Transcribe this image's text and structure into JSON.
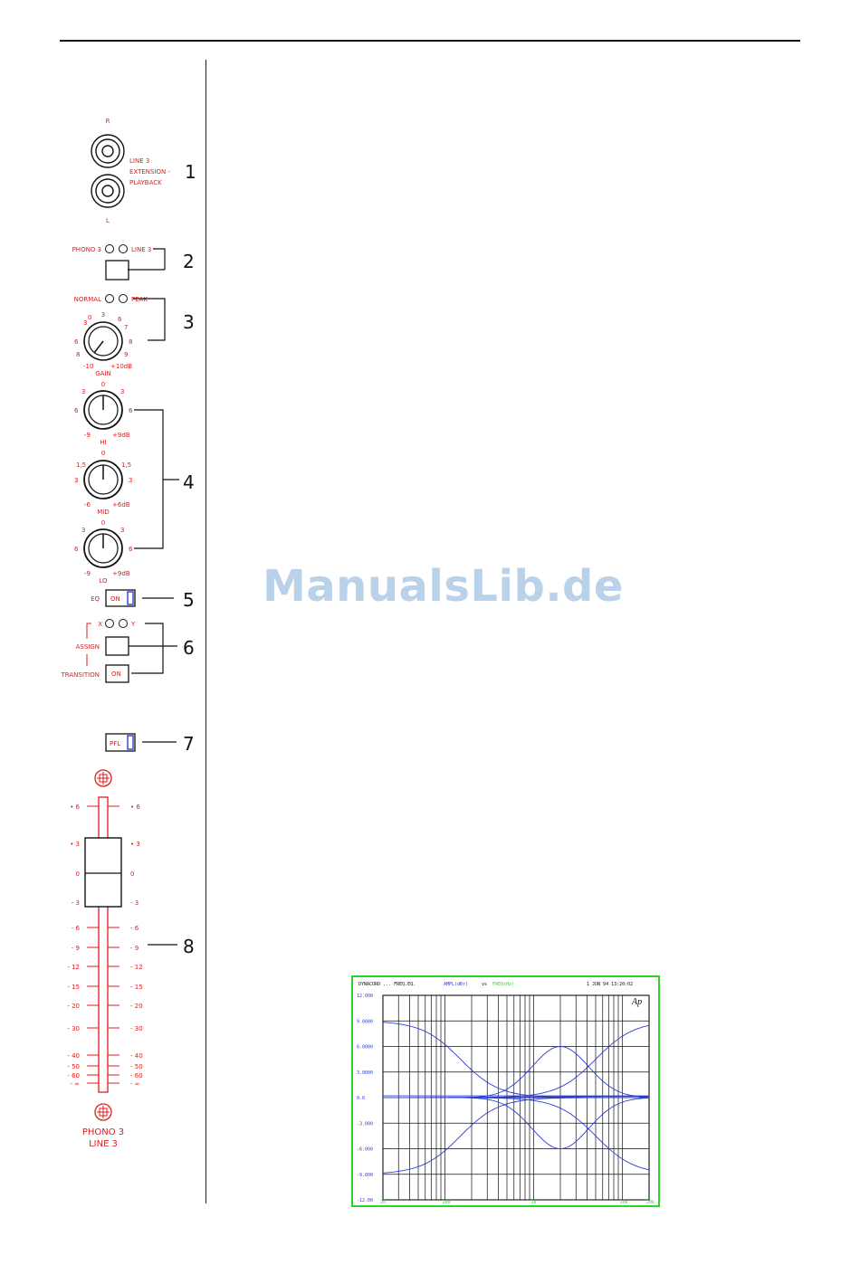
{
  "watermark": "ManualsLib.de",
  "callouts": [
    "1",
    "2",
    "3",
    "4",
    "5",
    "6",
    "7",
    "8"
  ],
  "channel_strip": {
    "line3_jacks": {
      "top_label": "R",
      "bottom_label": "L",
      "caption": [
        "LINE 3",
        "EXTENSION -",
        "PLAYBACK"
      ]
    },
    "source_select": {
      "left_label": "PHONO 3",
      "right_label": "LINE 3"
    },
    "gain": {
      "left_led": "NORMAL",
      "right_led": "PEAK",
      "scale_left": [
        "3",
        "0",
        "6",
        "8"
      ],
      "scale_top": "3",
      "scale_right": [
        "6",
        "7",
        "8",
        "9"
      ],
      "min": "-10",
      "max": "+10dB",
      "name": "GAIN"
    },
    "eq_hi": {
      "top": "0",
      "left": [
        "3",
        "6"
      ],
      "right": [
        "3",
        "6"
      ],
      "min": "-9",
      "max": "+9dB",
      "name": "HI"
    },
    "eq_mid": {
      "top": "0",
      "left": [
        "1,5",
        "3"
      ],
      "right": [
        "1,5",
        "3"
      ],
      "min": "-6",
      "max": "+6dB",
      "name": "MID"
    },
    "eq_lo": {
      "top": "0",
      "left": [
        "3",
        "6"
      ],
      "right": [
        "3",
        "6"
      ],
      "min": "-9",
      "max": "+9dB",
      "name": "LO"
    },
    "eq_switch": {
      "label": "EQ",
      "button": "ON"
    },
    "assign": {
      "left_led": "X",
      "right_led": "Y",
      "label": "ASSIGN"
    },
    "transition": {
      "label": "TRANSITION",
      "button": "ON"
    },
    "pfl": {
      "button": "PFL"
    },
    "fader_scale": [
      "6",
      "3",
      "0",
      "3",
      "6",
      "9",
      "12",
      "15",
      "20",
      "30",
      "40",
      "50",
      "60",
      "∞"
    ],
    "channel_name": [
      "PHONO 3",
      "LINE 3"
    ]
  },
  "graph": {
    "header_left": "DYNACORD ...  FREQ.EQ.",
    "header_mid_a": "AMPL(dBr)",
    "header_mid_b": "vs",
    "header_mid_c": "FREQ(Hz)",
    "header_right": "1 JUN 94  13:20:02",
    "logo": "Ap",
    "y_ticks": [
      "12.000",
      "9.0000",
      "6.0000",
      "3.0000",
      "0.0",
      "-3.000",
      "-6.000",
      "-9.000",
      "-12.00"
    ],
    "x_ticks": [
      "20",
      "100",
      "1k",
      "10k",
      "20k"
    ],
    "colors": {
      "frame": "#2bd42b",
      "curves": "#2a3fd6",
      "grid": "#000000"
    }
  },
  "colors": {
    "strip": "#e01b1b",
    "ink": "#111111",
    "accent": "#2a3fd6"
  }
}
